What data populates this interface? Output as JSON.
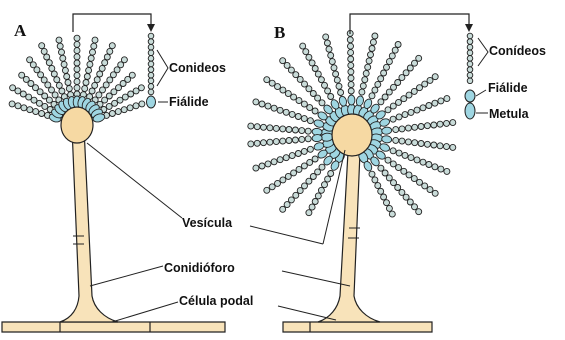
{
  "panels": [
    {
      "letter": "A",
      "type": "uniseriate"
    },
    {
      "letter": "B",
      "type": "biseriate"
    }
  ],
  "labels": {
    "conidios_a": "Conideos",
    "fialide_a": "Fiálide",
    "conidios_b": "Conídeos",
    "fialide_b": "Fiálide",
    "metula_b": "Metula",
    "vesicula": "Vesícula",
    "conidioforo": "Conidióforo",
    "celula_podal": "Célula podal"
  },
  "colors": {
    "hypha_fill": "#f8e3ba",
    "outline": "#222222",
    "conidium_fill": "#c9dcd9",
    "phialide_fill": "#9fd6e2",
    "vesicle_fill": "#f6d9a3"
  }
}
